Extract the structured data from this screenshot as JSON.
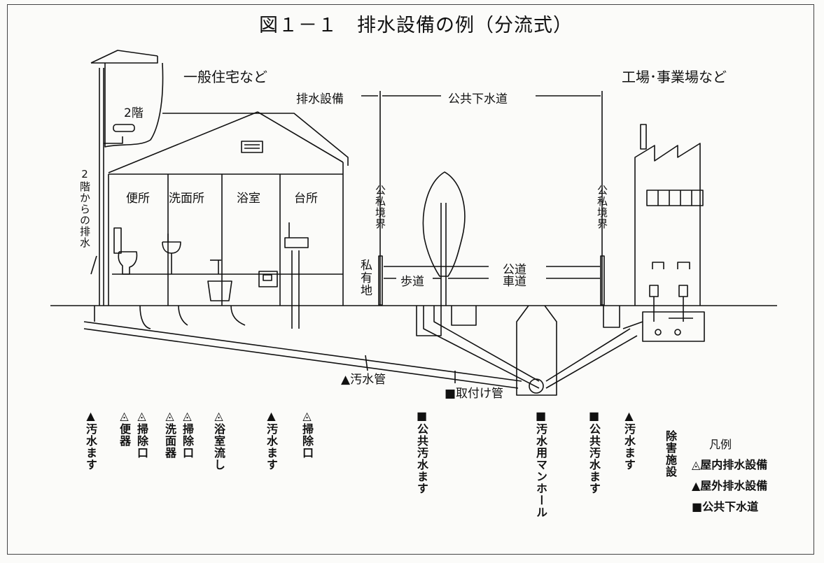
{
  "title": "図１－１　排水設備の例（分流式）",
  "areas": {
    "residence": "一般住宅など",
    "factory": "工場･事業場など"
  },
  "top_ranges": {
    "drainage_facility": "排水設備",
    "public_sewer": "公共下水道"
  },
  "rooms": {
    "second_floor": "2階",
    "toilet": "便所",
    "washroom": "洗面所",
    "bathroom": "浴室",
    "kitchen": "台所"
  },
  "upstairs_drain": "2階からの排水",
  "boundary_left": "公私境界",
  "boundary_right": "公私境界",
  "private_land": "私有地",
  "road": {
    "public_road": "公道",
    "sidewalk": "歩道",
    "roadway": "車道"
  },
  "pipes": {
    "sewage_pipe": "▲汚水管",
    "connection_pipe": "■取付け管"
  },
  "bottom_labels": [
    {
      "marker": "▲",
      "text": "汚水ます"
    },
    {
      "marker": "◬",
      "text": "便器"
    },
    {
      "marker": "◬",
      "text": "掃除口"
    },
    {
      "marker": "◬",
      "text": "洗面器"
    },
    {
      "marker": "◬",
      "text": "掃除口"
    },
    {
      "marker": "◬",
      "text": "浴室流し"
    },
    {
      "marker": "▲",
      "text": "汚水ます"
    },
    {
      "marker": "◬",
      "text": "掃除口"
    },
    {
      "marker": "■",
      "text": "公共汚水ます"
    },
    {
      "marker": "■",
      "text": "汚水用マンホール"
    },
    {
      "marker": "■",
      "text": "公共汚水ます"
    },
    {
      "marker": "▲",
      "text": "汚水ます"
    },
    {
      "marker": "",
      "text": "除害施設"
    }
  ],
  "legend": {
    "title": "凡例",
    "items": [
      "◬屋内排水設備",
      "▲屋外排水設備",
      "■公共下水道"
    ]
  }
}
